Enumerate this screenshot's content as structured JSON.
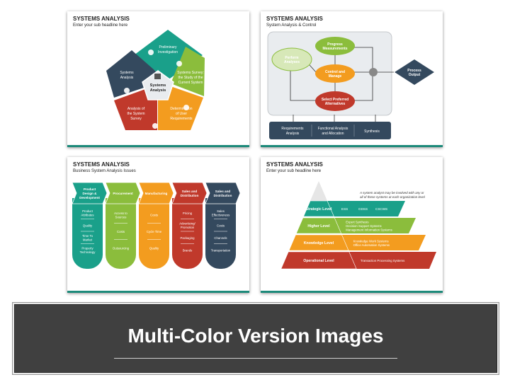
{
  "slide1": {
    "title": "SYSTEMS ANALYSIS",
    "subtitle": "Enter your sub headline here",
    "center": [
      "Systems",
      "Analysis"
    ],
    "segments": {
      "top": [
        "Preliminary",
        "Investigation"
      ],
      "right": [
        "Systems Survey:",
        "the Study of the",
        "Current System"
      ],
      "bottom_right": [
        "Determination",
        "of User",
        "Requirements"
      ],
      "bottom_left": [
        "Analysis of",
        "the System",
        "Survey"
      ],
      "left": [
        "Systems",
        "Analysis"
      ]
    },
    "colors": {
      "top": "#1aa08a",
      "right": "#8bbd3c",
      "bottom_right": "#f39c1f",
      "bottom_left": "#c0392b",
      "left": "#34495e"
    }
  },
  "slide2": {
    "title": "SYSTEMS ANALYSIS",
    "subtitle": "System Analysis & Control",
    "nodes": {
      "progress": [
        "Progress",
        "Measurements"
      ],
      "perform": [
        "Perform",
        "Analyses"
      ],
      "control": [
        "Control and",
        "Manage"
      ],
      "select": [
        "Select Preferred",
        "Alternatives"
      ],
      "output": [
        "Process",
        "Output"
      ]
    },
    "bottom": [
      [
        "Requirements",
        "Analysis"
      ],
      [
        "Functional Analysis",
        "and Allocation"
      ],
      [
        "Synthesis"
      ]
    ]
  },
  "slide3": {
    "title": "SYSTEMS ANALYSIS",
    "subtitle": "Business System Analysis Issues",
    "columns": [
      {
        "header": [
          "Product",
          "Design &",
          "Development"
        ],
        "color": "#1aa08a",
        "items": [
          [
            "Product",
            "Attributes"
          ],
          [
            "Quality"
          ],
          [
            "Time To",
            "Market"
          ],
          [
            "Property",
            "Technology"
          ]
        ]
      },
      {
        "header": [
          "Procurement"
        ],
        "color": "#8bbd3c",
        "items": [
          [
            "Access to",
            "Sources"
          ],
          [
            "Costs"
          ],
          [
            "Outsourcing"
          ]
        ]
      },
      {
        "header": [
          "Manufacturing"
        ],
        "color": "#f39c1f",
        "items": [
          [
            "Costs"
          ],
          [
            "Cycle Time"
          ],
          [
            "Quality"
          ]
        ]
      },
      {
        "header": [
          "Sales and",
          "Distribution"
        ],
        "color": "#c0392b",
        "items": [
          [
            "Pricing"
          ],
          [
            "Advertising/",
            "Promotion"
          ],
          [
            "Packaging"
          ],
          [
            "Brands"
          ]
        ]
      },
      {
        "header": [
          "Sales and",
          "Distribution"
        ],
        "color": "#34495e",
        "items": [
          [
            "Sales",
            "Effectiveness"
          ],
          [
            "Costs"
          ],
          [
            "Channels"
          ],
          [
            "Transportation"
          ]
        ]
      }
    ]
  },
  "slide4": {
    "title": "SYSTEMS ANALYSIS",
    "subtitle": "Enter your sub headline here",
    "note": [
      "A system analyst may be involved with any or",
      "all of these systems at each organization level"
    ],
    "levels": [
      {
        "name": "Strategic Level",
        "color": "#1aa08a",
        "items": [
          "ESS",
          "GDSS",
          "CSCWS"
        ]
      },
      {
        "name": "Higher Level",
        "color": "#8bbd3c",
        "items": [
          "Expert Synthesis",
          "Decision Support Systems",
          "Management Information Systems"
        ]
      },
      {
        "name": "Knowledge Level",
        "color": "#f39c1f",
        "items": [
          "Knowledge Work Systems",
          "Office Automation Systems"
        ]
      },
      {
        "name": "Operational Level",
        "color": "#c0392b",
        "items": [
          "Transaction Processing Systems"
        ]
      }
    ]
  },
  "banner": {
    "text": "Multi-Color Version Images"
  }
}
